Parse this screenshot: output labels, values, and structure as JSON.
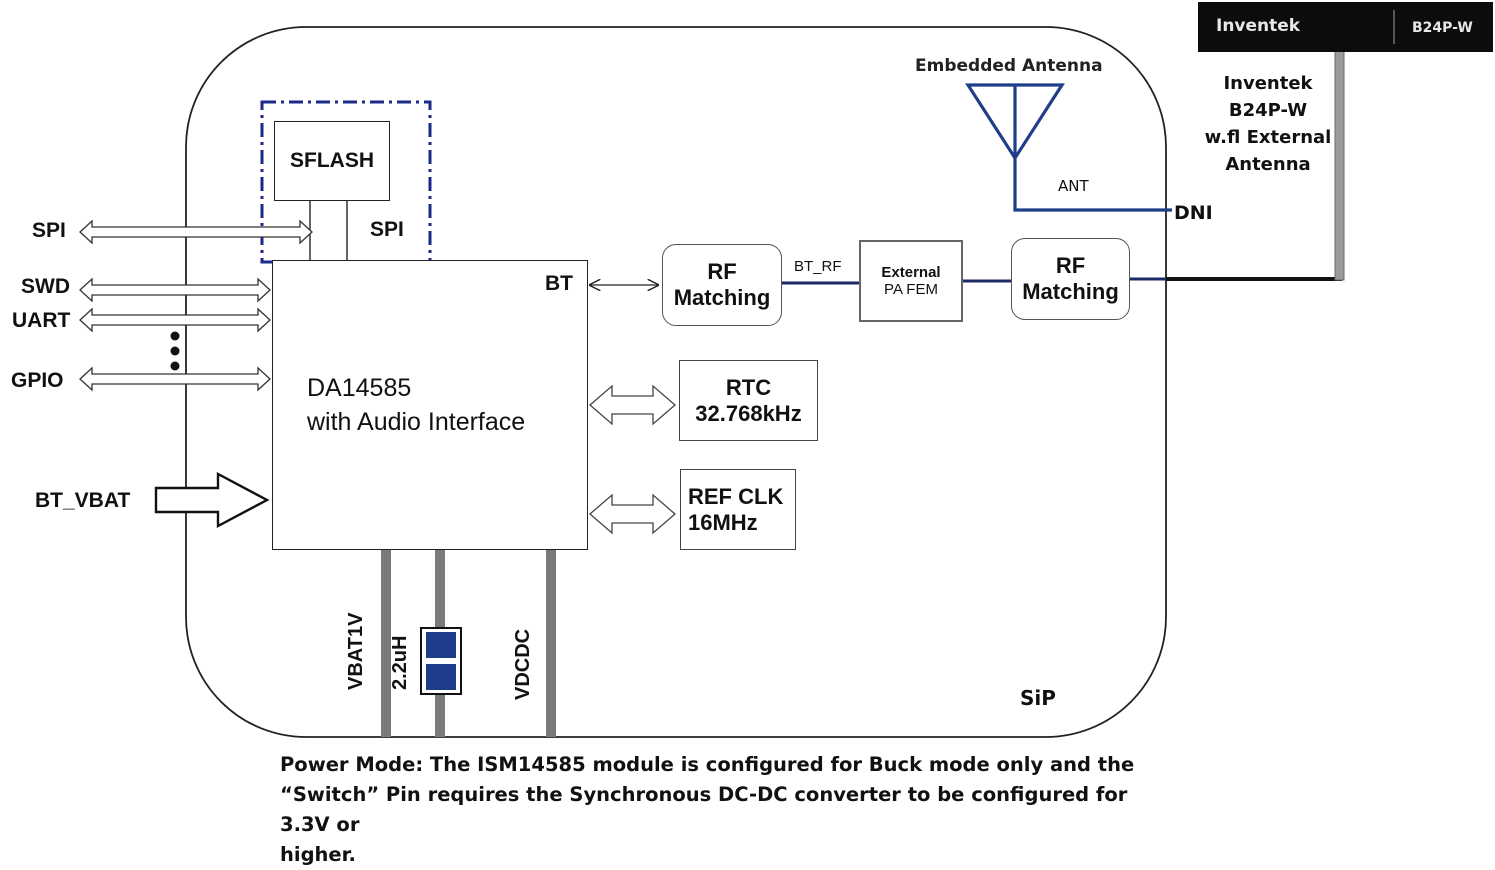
{
  "diagram": {
    "sip_label": "SiP",
    "main_chip": {
      "line1": "DA14585",
      "line2": "with Audio Interface",
      "bt_port": "BT"
    },
    "sflash": {
      "label": "SFLASH",
      "bus_label": "SPI"
    },
    "left_interfaces": {
      "spi": "SPI",
      "swd": "SWD",
      "uart": "UART",
      "gpio": "GPIO",
      "bt_vbat": "BT_VBAT"
    },
    "rf_matching_1": {
      "line1": "RF",
      "line2": "Matching"
    },
    "bt_rf_label": "BT_RF",
    "pa_fem": {
      "line1": "External",
      "line2": "PA FEM"
    },
    "rf_matching_2": {
      "line1": "RF",
      "line2": "Matching"
    },
    "rtc": {
      "line1": "RTC",
      "line2": "32.768kHz"
    },
    "ref_clk": {
      "line1": "REF CLK",
      "line2": "16MHz"
    },
    "embedded_antenna": "Embedded Antenna",
    "ant_label": "ANT",
    "dni_label": "DNI",
    "external_antenna": {
      "line1": "Inventek",
      "line2": "B24P-W",
      "line3": "w.fl External",
      "line4": "Antenna"
    },
    "product_photo": {
      "brand": "Inventek",
      "model": "B24P-W"
    },
    "power_pins": {
      "vbat1v": "VBAT1V",
      "inductor": "2.2uH",
      "vdcdc": "VDCDC"
    }
  },
  "note": {
    "line1": "Power Mode: The ISM14585 module is configured for Buck mode only and the",
    "line2": "“Switch” Pin requires the Synchronous DC-DC converter to be configured for 3.3V or",
    "line3": "higher."
  },
  "colors": {
    "trace_blue": "#1b2a66",
    "antenna_blue": "#1f3e8a",
    "inductor_blue": "#1e3c8c",
    "pin_gray": "#7a7a7a"
  }
}
